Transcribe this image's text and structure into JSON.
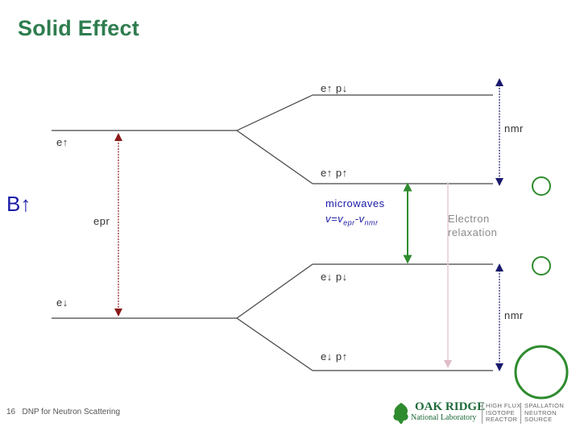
{
  "title": "Solid Effect",
  "field_label": "B↑",
  "levels": {
    "e_up": "e↑",
    "e_down": "e↓",
    "e_up_p_down": "e↑ p↓",
    "e_up_p_up": "e↑ p↑",
    "e_down_p_down": "e↓ p↓",
    "e_down_p_up": "e↓ p↑"
  },
  "transitions": {
    "epr": "epr",
    "nmr_top": "nmr",
    "nmr_bottom": "nmr",
    "microwaves": "microwaves",
    "freq_v": "v=v",
    "freq_sub1": "epr",
    "freq_minus": "-v",
    "freq_sub2": "nmr",
    "relax_line1": "Electron",
    "relax_line2": "relaxation"
  },
  "colors": {
    "title": "#2e7d4f",
    "epr_arrow": "#8b1a1a",
    "nmr_arrow": "#1a1a6e",
    "microwave_arrow": "#2e8b2e",
    "relaxation_arrow": "#e8cfd6",
    "population_circles": "#2e8b2e"
  },
  "footer": {
    "page_number": "16",
    "footer_text": "DNP for Neutron Scattering"
  },
  "logo": {
    "name_line1": "OAK RIDGE",
    "name_line2": "National Laboratory",
    "hfir": [
      "HIGH FLUX",
      "ISOTOPE",
      "REACTOR"
    ],
    "sns": [
      "SPALLATION",
      "NEUTRON",
      "SOURCE"
    ]
  }
}
